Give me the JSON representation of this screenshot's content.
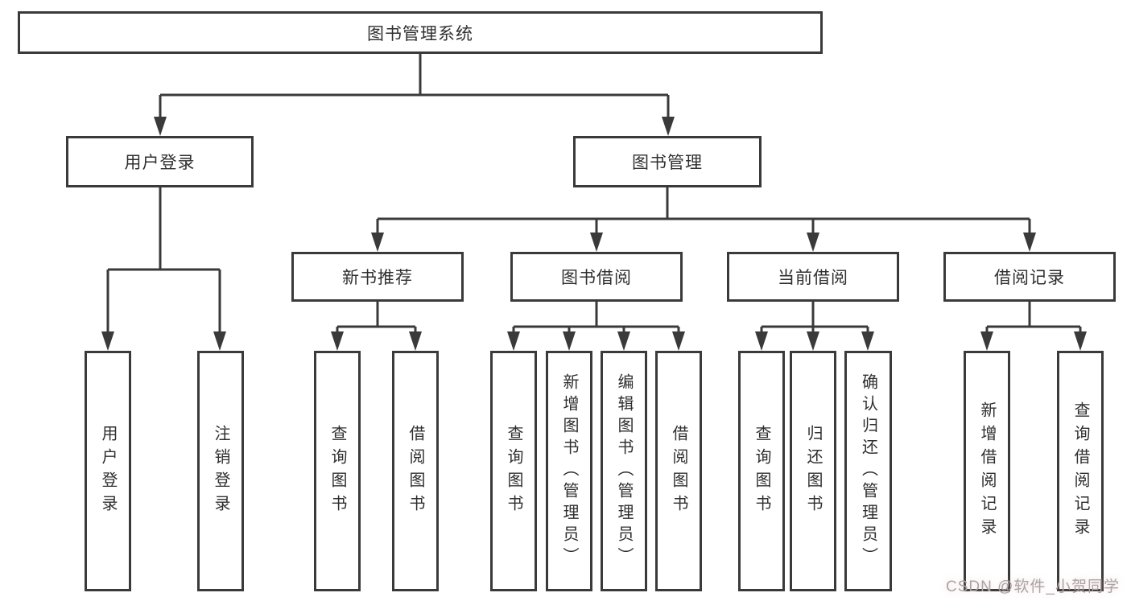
{
  "diagram": {
    "root": {
      "label": "图书管理系统"
    },
    "level2": [
      {
        "label": "用户登录"
      },
      {
        "label": "图书管理"
      }
    ],
    "level3": [
      {
        "label": "新书推荐"
      },
      {
        "label": "图书借阅"
      },
      {
        "label": "当前借阅"
      },
      {
        "label": "借阅记录"
      }
    ],
    "leaves": {
      "user_login": [
        {
          "label": "用户登录"
        },
        {
          "label": "注销登录"
        }
      ],
      "new_book_rec": [
        {
          "label": "查询图书"
        },
        {
          "label": "借阅图书"
        }
      ],
      "book_borrow": [
        {
          "label": "查询图书"
        },
        {
          "label": "新增图书（管理员）"
        },
        {
          "label": "编辑图书（管理员）"
        },
        {
          "label": "借阅图书"
        }
      ],
      "current_borrow": [
        {
          "label": "查询图书"
        },
        {
          "label": "归还图书"
        },
        {
          "label": "确认归还（管理员）"
        }
      ],
      "borrow_records": [
        {
          "label": "新增借阅记录"
        },
        {
          "label": "查询借阅记录"
        }
      ]
    }
  },
  "watermark": {
    "text": "CSDN @软件_小贺同学"
  },
  "colors": {
    "line": "#3a3a3a",
    "text": "#2f2f2f",
    "watermark": "#a6a6a6",
    "background": "#ffffff"
  }
}
